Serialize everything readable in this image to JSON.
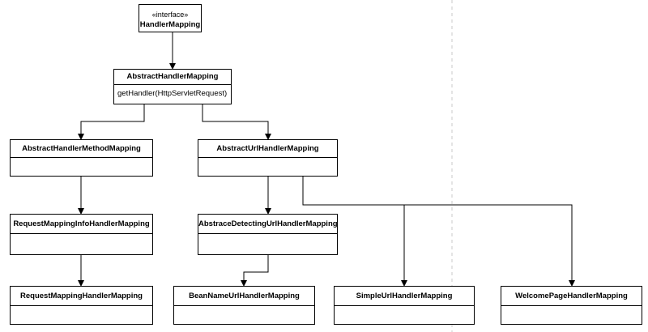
{
  "diagram": {
    "interface": {
      "stereotype": "«interface»",
      "name": "HandlerMapping"
    },
    "classes": {
      "abstract_handler_mapping": {
        "name": "AbstractHandlerMapping",
        "method": "getHandler(HttpServletRequest)"
      },
      "abstract_handler_method_mapping": {
        "name": "AbstractHandlerMethodMapping"
      },
      "abstract_url_handler_mapping": {
        "name": "AbstractUrlHandlerMapping"
      },
      "request_mapping_info_handler_mapping": {
        "name": "RequestMappingInfoHandlerMapping"
      },
      "abstrace_detecting_url_handler_mapping": {
        "name": "AbstraceDetectingUrlHandlerMapping"
      },
      "request_mapping_handler_mapping": {
        "name": "RequestMappingHandlerMapping"
      },
      "bean_name_url_handler_mapping": {
        "name": "BeanNameUrlHandlerMapping"
      },
      "simple_url_handler_mapping": {
        "name": "SimpleUrlHandlerMapping"
      },
      "welcome_page_handler_mapping": {
        "name": "WelcomePageHandlerMapping"
      }
    },
    "colors": {
      "line": "#000000",
      "divider": "#c8c8c8"
    }
  }
}
